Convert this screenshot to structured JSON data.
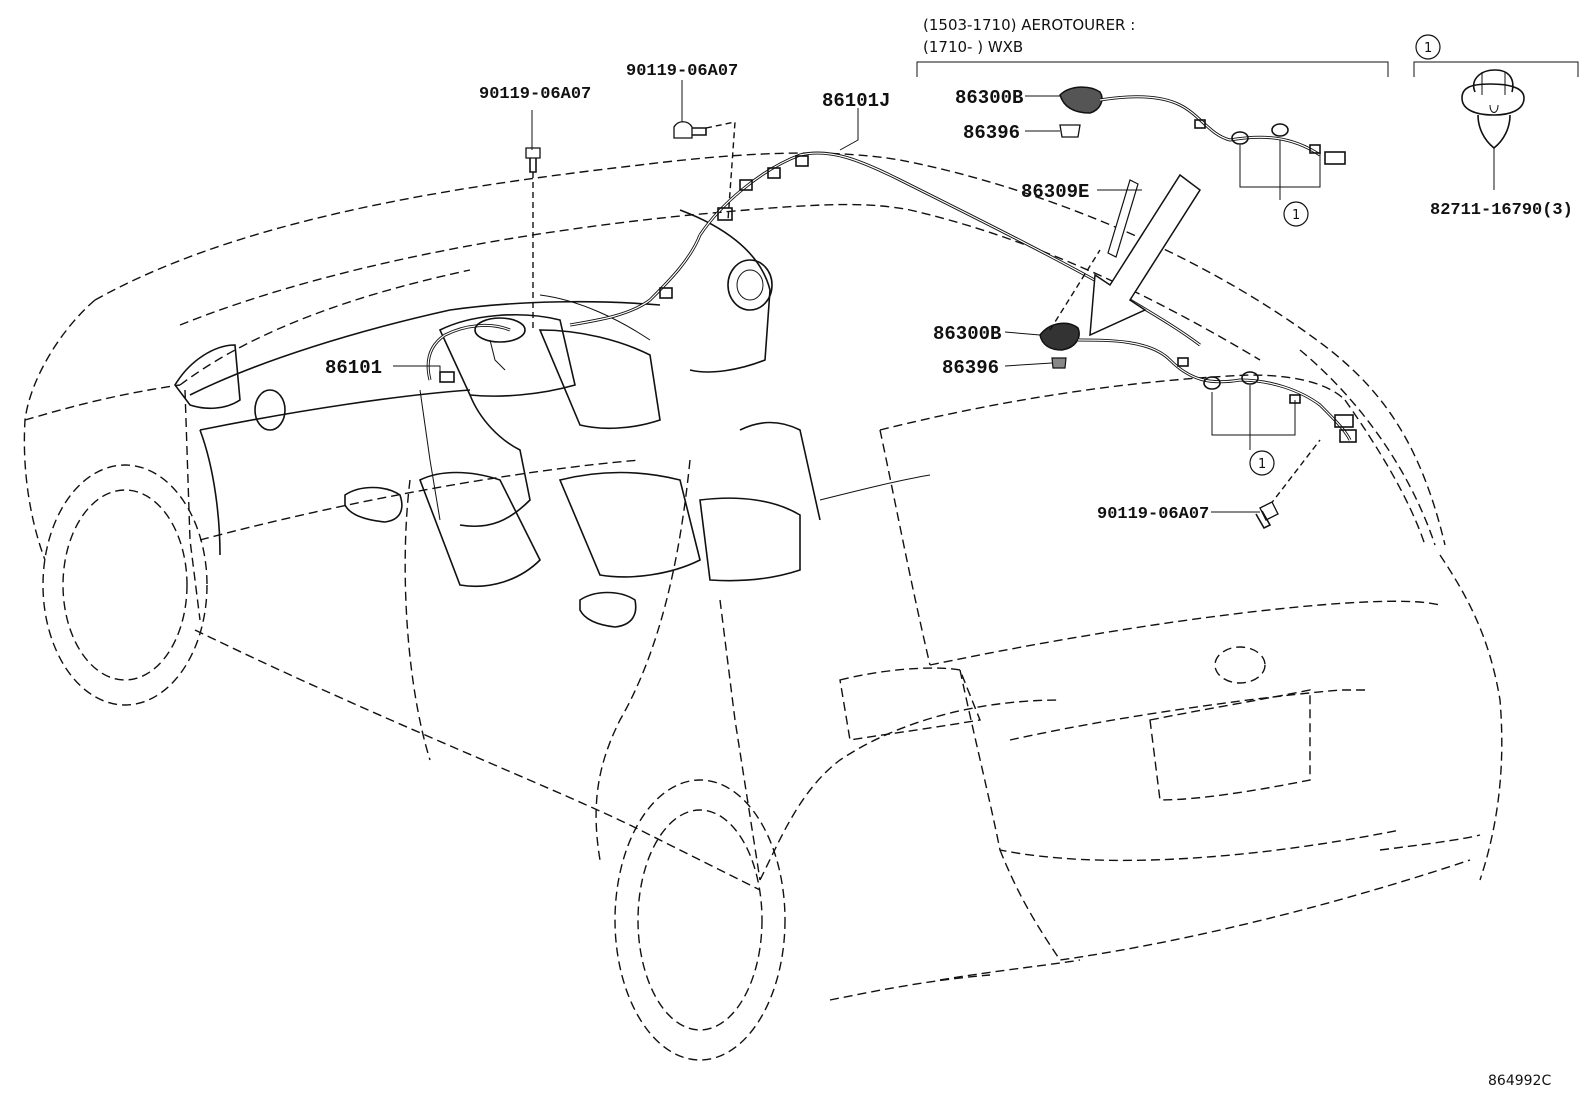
{
  "header": {
    "line1": "(1503-1710) AEROTOURER :",
    "line2": "(1710-      ) WXB"
  },
  "callouts": {
    "bolt_upper_left": "90119-06A07",
    "bolt_upper_mid": "90119-06A07",
    "harness_86101j": "86101J",
    "antenna_upper": "86300B",
    "pad_upper": "86396",
    "cover_86309e": "86309E",
    "antenna_lower": "86300B",
    "pad_lower": "86396",
    "harness_86101": "86101",
    "bolt_rear": "90119-06A07",
    "clamp_part": "82711-16790(3)"
  },
  "circle_marker": "1",
  "diagram_ref": "864992C"
}
